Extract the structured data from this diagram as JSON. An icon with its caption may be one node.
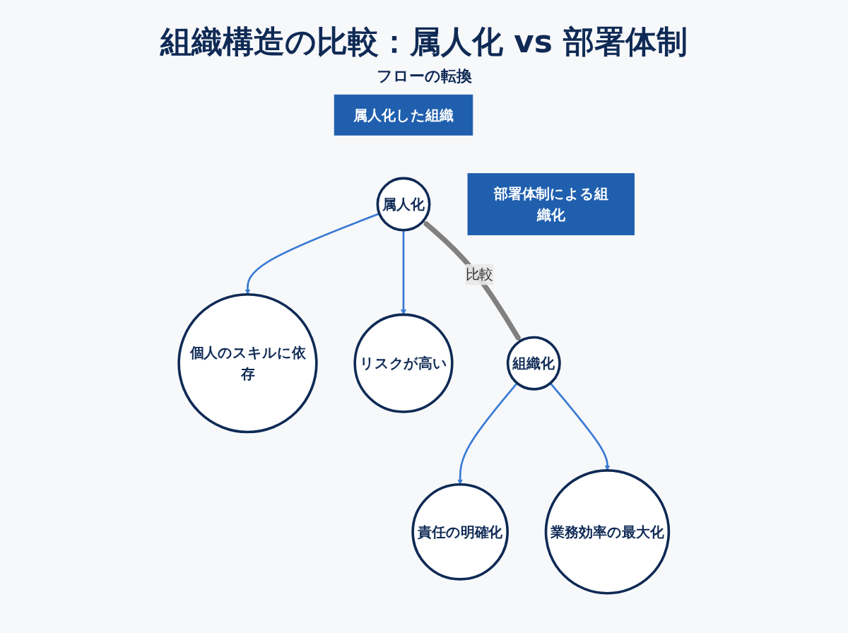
{
  "diagram": {
    "title": "組織構造の比較：属人化 vs 部署体制",
    "nodes": [
      {
        "text": [
          "属人化した組織"
        ]
      },
      {
        "text": [
          "部署体制による組織化"
        ]
      },
      {
        "text": [
          "属人化"
        ]
      },
      {
        "text": [
          "個人のスキルに依存"
        ]
      },
      {
        "text": [
          "リスクが高い"
        ]
      },
      {
        "text": [
          "組織化"
        ]
      },
      {
        "text": [
          "責任の明確化"
        ]
      },
      {
        "text": [
          "業務効率の最大化"
        ]
      }
    ],
    "edges": [
      {
        "from": 2,
        "to": 3,
        "arrow": "to"
      },
      {
        "from": 2,
        "to": 4,
        "arrow": "to"
      },
      {
        "from": 2,
        "to": 5,
        "arrow": "both",
        "label": "比較",
        "style": "thick",
        "color": "#808080"
      },
      {
        "from": 5,
        "to": 6,
        "arrow": "to"
      },
      {
        "from": 5,
        "to": 7,
        "arrow": "to"
      }
    ],
    "labels": [
      "フローの転換"
    ]
  }
}
